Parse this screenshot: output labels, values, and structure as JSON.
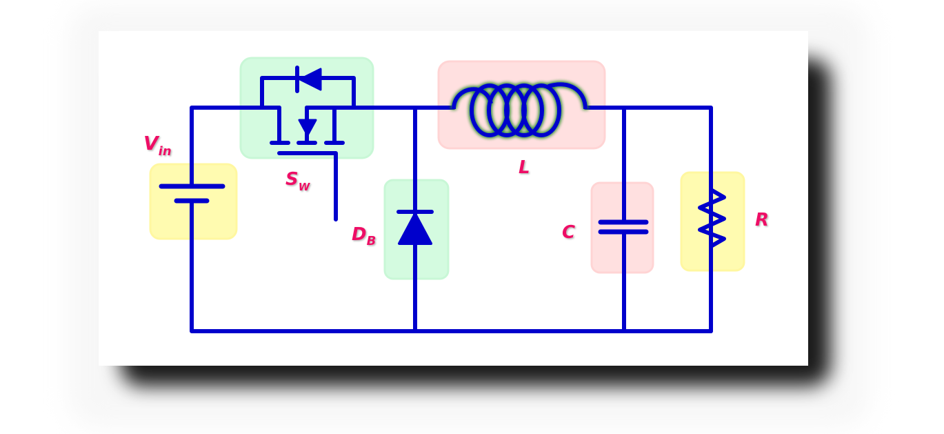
{
  "diagram": {
    "type": "buck-converter-schematic",
    "components": [
      {
        "id": "vin",
        "label": "V",
        "subscript": "in",
        "kind": "dc-voltage-source",
        "highlight": "#fffbb0"
      },
      {
        "id": "sw",
        "label": "S",
        "subscript": "W",
        "kind": "mosfet-switch",
        "highlight": "#d4fbe0"
      },
      {
        "id": "db",
        "label": "D",
        "subscript": "B",
        "kind": "diode",
        "highlight": "#d4fbe0"
      },
      {
        "id": "l",
        "label": "L",
        "subscript": "",
        "kind": "inductor",
        "highlight": "#ffe0e0"
      },
      {
        "id": "c",
        "label": "C",
        "subscript": "",
        "kind": "capacitor",
        "highlight": "#ffe0e0"
      },
      {
        "id": "r",
        "label": "R",
        "subscript": "",
        "kind": "resistor",
        "highlight": "#fffbb0"
      }
    ],
    "colors": {
      "wire": "#0000cc",
      "label": "#ee1166",
      "inductor_glow": "#2a8a2a"
    }
  }
}
